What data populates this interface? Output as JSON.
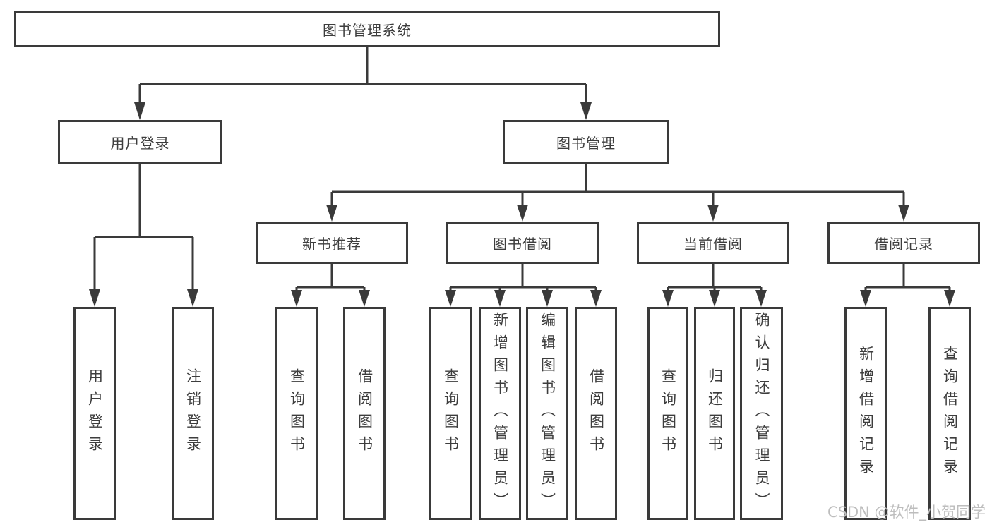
{
  "tree": {
    "root": {
      "label": "图书管理系统"
    },
    "level2": [
      {
        "label": "用户登录"
      },
      {
        "label": "图书管理"
      }
    ],
    "level3": [
      {
        "label": "新书推荐"
      },
      {
        "label": "图书借阅"
      },
      {
        "label": "当前借阅"
      },
      {
        "label": "借阅记录"
      }
    ],
    "leaves": {
      "user_login": [
        {
          "label": "用户登录"
        },
        {
          "label": "注销登录"
        }
      ],
      "new_book_rec": [
        {
          "label": "查询图书"
        },
        {
          "label": "借阅图书"
        }
      ],
      "book_borrow": [
        {
          "label": "查询图书"
        },
        {
          "label": "新增图书（管理员）"
        },
        {
          "label": "编辑图书（管理员）"
        },
        {
          "label": "借阅图书"
        }
      ],
      "current_borrow": [
        {
          "label": "查询图书"
        },
        {
          "label": "归还图书"
        },
        {
          "label": "确认归还（管理员）"
        }
      ],
      "borrow_records": [
        {
          "label": "新增借阅记录"
        },
        {
          "label": "查询借阅记录"
        }
      ]
    }
  },
  "watermark": {
    "text": "CSDN @软件_小贺同学"
  },
  "colors": {
    "line": "#3a3a3a",
    "border": "#3a3a3a",
    "text": "#3d3d3d",
    "watermark": "#bdbdbd",
    "background": "#ffffff"
  }
}
